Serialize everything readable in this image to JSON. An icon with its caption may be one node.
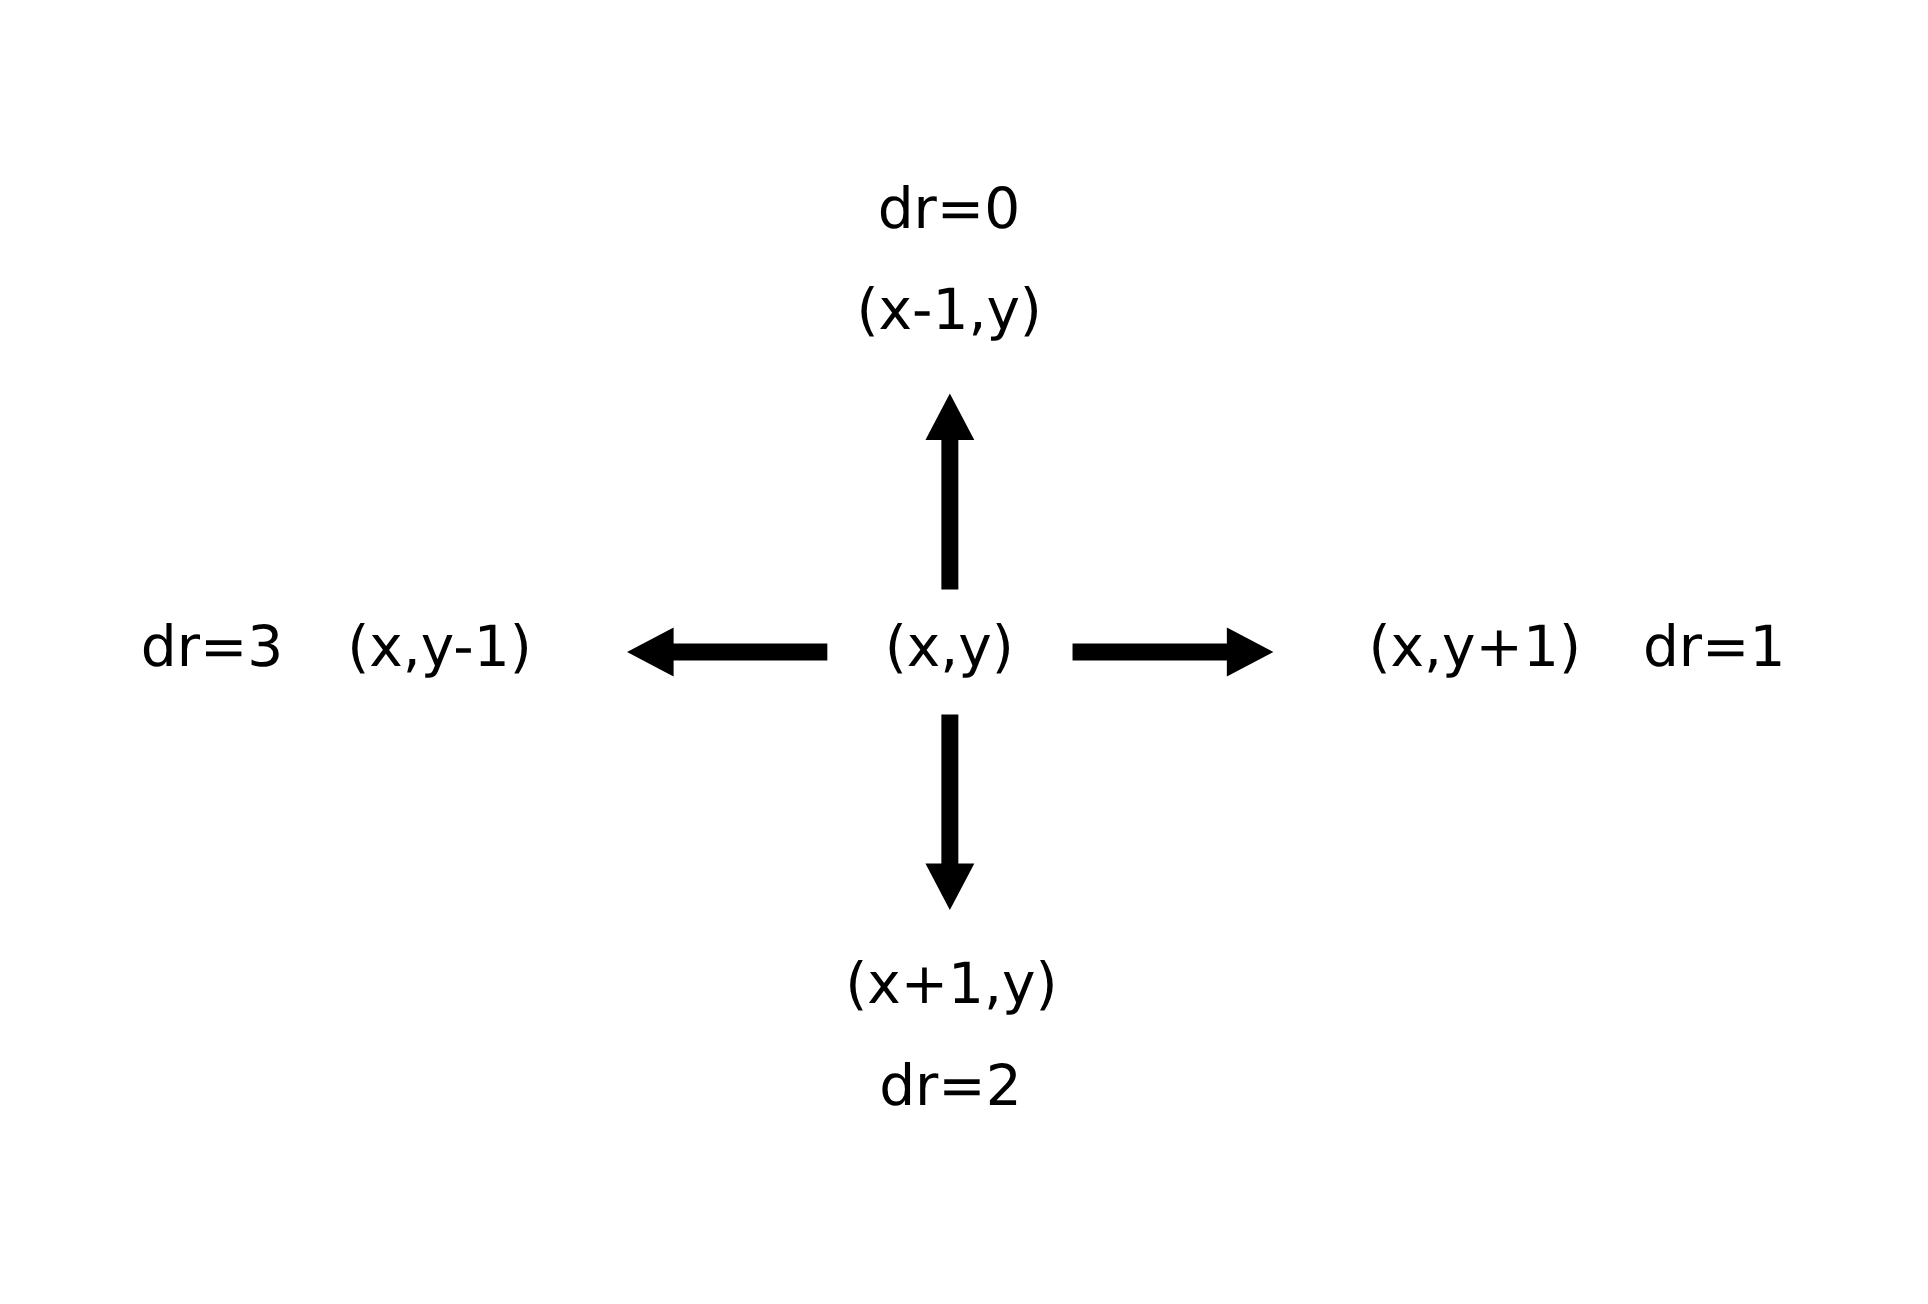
{
  "diagram": {
    "nodes": [
      {
        "text": [
          "(x-1,y)"
        ],
        "beside": [
          "dr=0"
        ]
      },
      {
        "text": [
          "(x,y-1)"
        ],
        "beside": [
          "dr=3"
        ]
      },
      {
        "text": [
          "(x,y)"
        ]
      },
      {
        "text": [
          "(x,y+1)"
        ],
        "beside": [
          "dr=1"
        ]
      },
      {
        "text": [
          "(x+1,y)"
        ],
        "beside": [
          "dr=2"
        ]
      }
    ],
    "edges": [
      {
        "from": 2,
        "to": 0,
        "arrow": "to"
      },
      {
        "from": 2,
        "to": 1,
        "arrow": "to"
      },
      {
        "from": 2,
        "to": 3,
        "arrow": "to"
      },
      {
        "from": 2,
        "to": 4,
        "arrow": "to"
      }
    ]
  }
}
